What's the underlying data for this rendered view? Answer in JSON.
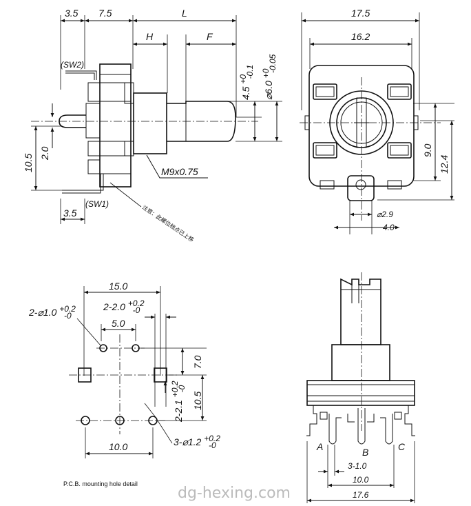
{
  "side_view": {
    "dim_left_a": "3.5",
    "dim_left_b": "7.5",
    "dim_L": "L",
    "dim_H": "H",
    "dim_F": "F",
    "dim_4_5": "4.5",
    "tol_4_5": "+0 / -0.1",
    "dim_6_0": "⌀6.0",
    "tol_6_0": "+0 / -0.05",
    "dim_10_5": "10.5",
    "dim_2_0": "2.0",
    "dim_bottom_3_5": "3.5",
    "thread_label": "M9x0.75",
    "sw2_label": "(SW2)",
    "sw1_label": "(SW1)",
    "note_cn": "注意：此螺位档点已上移"
  },
  "front_view": {
    "dim_17_5": "17.5",
    "dim_16_2": "16.2",
    "dim_9_0": "9.0",
    "dim_12_4": "12.4",
    "dim_2_9": "⌀2.9",
    "dim_4_0": "4.0"
  },
  "pcb_detail": {
    "dim_15_0": "15.0",
    "dim_holes_1": "2-⌀1.0",
    "tol_holes_1": "+0.2 / -0",
    "dim_slots": "2-2.0",
    "tol_slots": "+0.2 / -0",
    "dim_5_0": "5.0",
    "dim_7_0": "7.0",
    "dim_10_5": "10.5",
    "dim_2_1": "2-2.1",
    "tol_2_1": "+0.2 / -0",
    "dim_10_0": "10.0",
    "dim_holes_3": "3-⌀1.2",
    "tol_holes_3": "+0.2 / -0",
    "caption": "P.C.B.  mounting hole detail"
  },
  "bottom_view": {
    "pin_a": "A",
    "pin_b": "B",
    "pin_c": "C",
    "dim_3_1_0": "3-1.0",
    "dim_10_0": "10.0",
    "dim_17_6": "17.6"
  },
  "watermark": "dg-hexing.com"
}
